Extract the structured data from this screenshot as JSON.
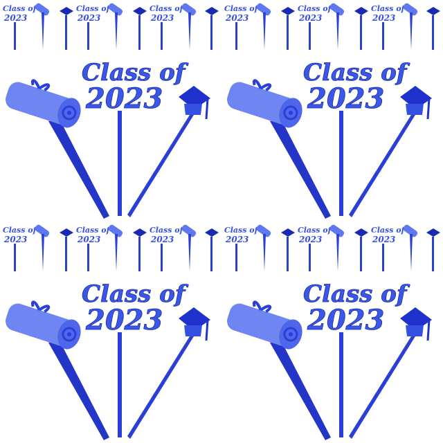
{
  "topper_text": {
    "line1": "Class of",
    "line2": "2023"
  },
  "colors": {
    "topper_blue": "#2a3fd6",
    "topper_light": "#5f78f0",
    "topper_dark": "#1a2ab0",
    "background": "#ffffff"
  },
  "icons": [
    "diploma-scroll-icon",
    "graduation-cap-icon",
    "class-of-2023-sign-icon"
  ],
  "quadrants": [
    {
      "name": "top-left"
    },
    {
      "name": "top-right"
    },
    {
      "name": "bottom-left"
    },
    {
      "name": "bottom-right"
    }
  ]
}
